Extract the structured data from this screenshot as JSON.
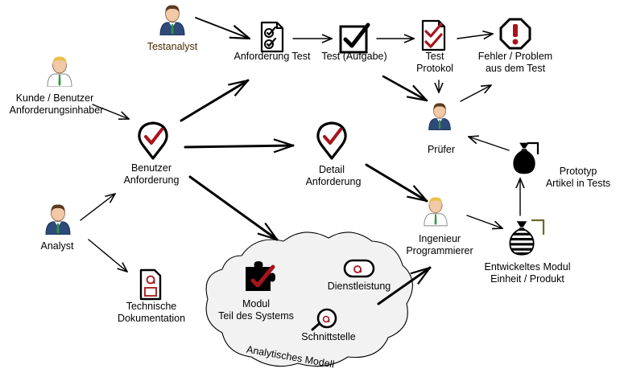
{
  "nodes": {
    "testanalyst": "Testanalyst",
    "kunde": [
      "Kunde / Benutzer",
      "Anforderungsinhaber"
    ],
    "analyst": "Analyst",
    "benutzer_anforderung": [
      "Benutzer",
      "Anforderung"
    ],
    "technische_dokumentation": [
      "Technische",
      "Dokumentation"
    ],
    "anforderung_test": "Anforderung Test",
    "test_aufgabe": "Test (Aufgabe)",
    "test_protokol": [
      "Test",
      "Protokol"
    ],
    "fehler": [
      "Fehler / Problem",
      "aus dem Test"
    ],
    "pruefer": "Prüfer",
    "detail_anforderung": [
      "Detail",
      "Anforderung"
    ],
    "ingenieur": [
      "Ingenieur",
      "Programmierer"
    ],
    "prototyp": [
      "Prototyp",
      "Artikel in Tests"
    ],
    "entwickeltes_modul": [
      "Entwickeltes Modul",
      "Einheit / Produkt"
    ],
    "modul": [
      "Modul",
      "Teil des Systems"
    ],
    "dienstleistung": "Dienstleistung",
    "schnittstelle": "Schnittstelle",
    "cloud_label": "Analytisches Modell"
  },
  "icons": {
    "person": "person-icon",
    "customer": "customer-icon",
    "requirement": "requirement-pin-icon",
    "test_checklist": "checklist-icon",
    "task": "task-checkbox-icon",
    "protocol": "protocol-document-icon",
    "error": "stop-sign-icon",
    "document": "document-icon",
    "product": "bag-icon",
    "module": "puzzle-icon",
    "service": "service-icon",
    "interface": "interface-icon"
  },
  "colors": {
    "check_red": "#a8141c",
    "ink": "#000000",
    "cloud_fill": "#f2f2f2",
    "label_brown": "#4a2a00",
    "shirt_blue": "#2d4a7a",
    "tie_green": "#2e9a3a"
  }
}
